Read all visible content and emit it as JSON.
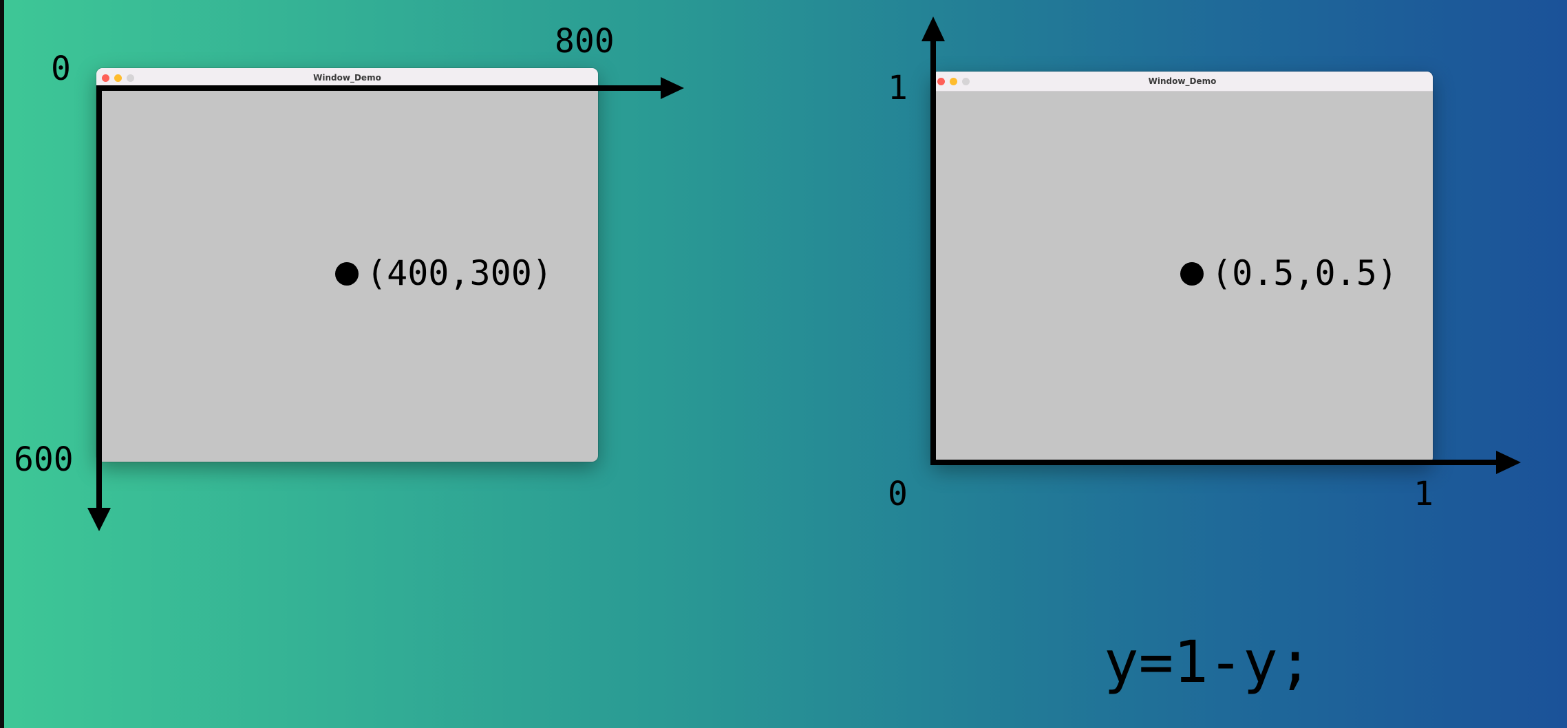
{
  "left": {
    "window_title": "Window_Demo",
    "origin_label": "0",
    "x_max_label": "800",
    "y_max_label": "600",
    "point_label": "(400,300)"
  },
  "right": {
    "window_title": "Window_Demo",
    "y_max_label": "1",
    "origin_label": "0",
    "x_max_label": "1",
    "point_label": "(0.5,0.5)"
  },
  "formula": "y=1-y;",
  "colors": {
    "gradient_start": "#3ec796",
    "gradient_end": "#1b5299",
    "window_body": "#c5c5c5",
    "axis": "#000000"
  }
}
